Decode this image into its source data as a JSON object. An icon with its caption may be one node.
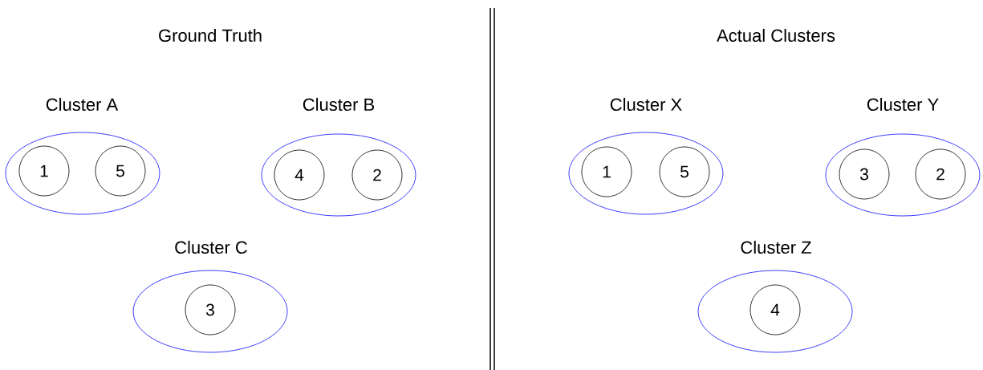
{
  "diagram": {
    "nodes": [
      {
        "text": [
          "Cluster A"
        ]
      },
      {
        "text": [
          "1"
        ],
        "in": 0
      },
      {
        "text": [
          "5"
        ],
        "in": 0
      },
      {
        "text": [
          "Cluster B"
        ]
      },
      {
        "text": [
          "4"
        ],
        "in": 3
      },
      {
        "text": [
          "2"
        ],
        "in": 3
      },
      {
        "text": [
          "Cluster C"
        ]
      },
      {
        "text": [
          "3"
        ],
        "in": 6
      },
      {
        "text": [
          "Cluster X"
        ]
      },
      {
        "text": [
          "1"
        ],
        "in": 8
      },
      {
        "text": [
          "5"
        ],
        "in": 8
      },
      {
        "text": [
          "Cluster Y"
        ]
      },
      {
        "text": [
          "3"
        ],
        "in": 11
      },
      {
        "text": [
          "2"
        ],
        "in": 11
      },
      {
        "text": [
          "Cluster Z"
        ]
      },
      {
        "text": [
          "4"
        ],
        "in": 14
      }
    ],
    "labels": [
      "Ground Truth",
      "Actual Clusters"
    ]
  }
}
